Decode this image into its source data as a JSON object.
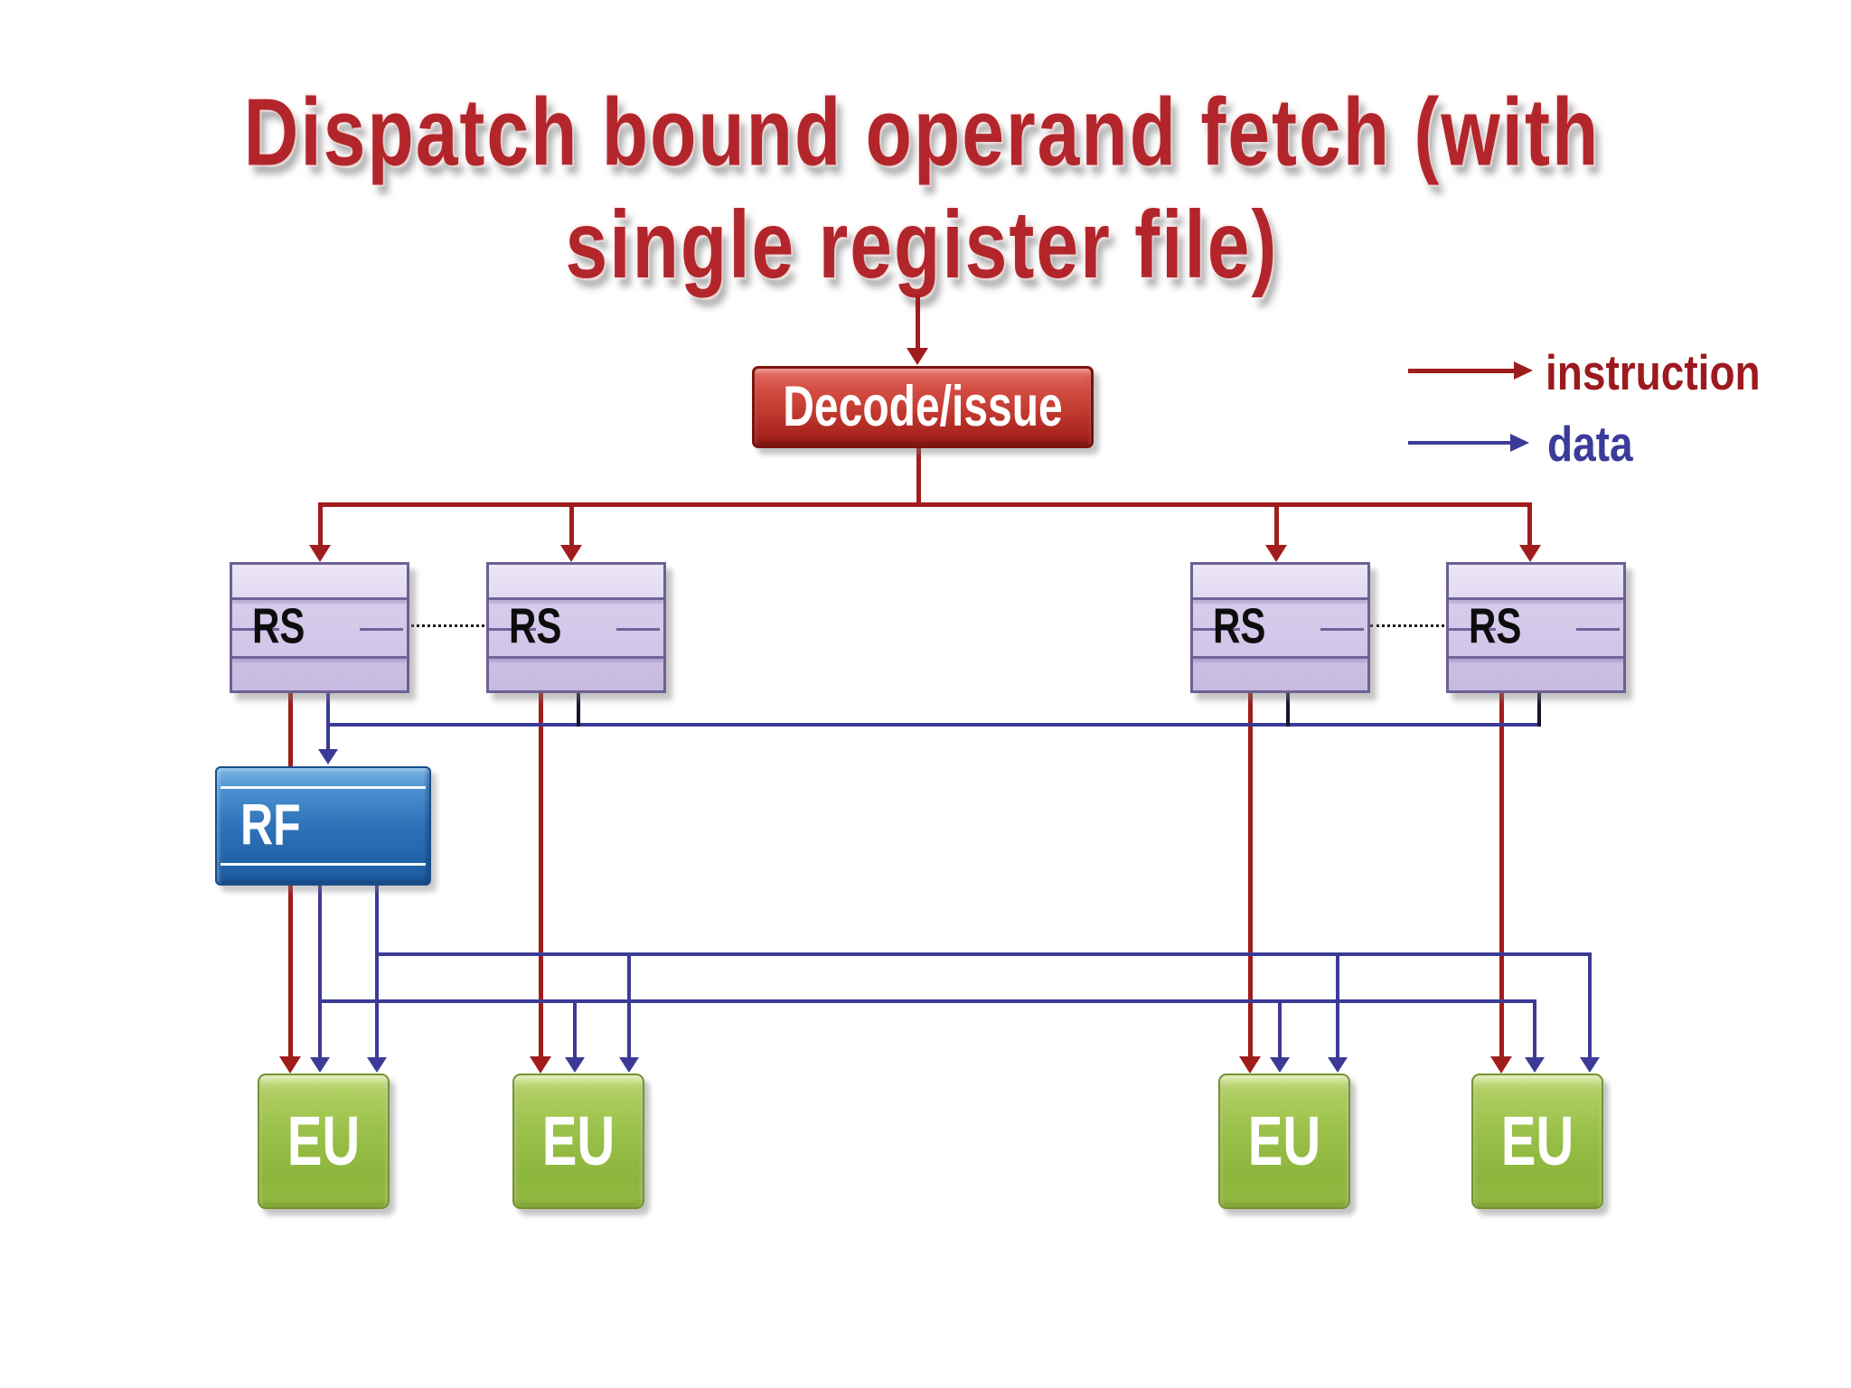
{
  "title": {
    "line1": "Dispatch bound operand fetch (with",
    "line2": "single register file)"
  },
  "legend": {
    "instruction": "instruction",
    "data": "data"
  },
  "boxes": {
    "decode": {
      "label": "Decode/issue"
    },
    "rs1": {
      "label": "RS"
    },
    "rs2": {
      "label": "RS"
    },
    "rs3": {
      "label": "RS"
    },
    "rs4": {
      "label": "RS"
    },
    "rf": {
      "label": "RF"
    },
    "eu1": {
      "label": "EU"
    },
    "eu2": {
      "label": "EU"
    },
    "eu3": {
      "label": "EU"
    },
    "eu4": {
      "label": "EU"
    }
  },
  "edges": [
    {
      "type": "instruction",
      "from": "decode",
      "to": "rs1"
    },
    {
      "type": "instruction",
      "from": "decode",
      "to": "rs2"
    },
    {
      "type": "instruction",
      "from": "decode",
      "to": "rs3"
    },
    {
      "type": "instruction",
      "from": "decode",
      "to": "rs4"
    },
    {
      "type": "instruction",
      "from": "rs1",
      "to": "eu1"
    },
    {
      "type": "instruction",
      "from": "rs2",
      "to": "eu2"
    },
    {
      "type": "instruction",
      "from": "rs3",
      "to": "eu3"
    },
    {
      "type": "instruction",
      "from": "rs4",
      "to": "eu4"
    },
    {
      "type": "data",
      "from": "rs1",
      "to": "rf"
    },
    {
      "type": "data",
      "from": "rs2",
      "to": "rf"
    },
    {
      "type": "data",
      "from": "rs3",
      "to": "rf"
    },
    {
      "type": "data",
      "from": "rs4",
      "to": "rf"
    },
    {
      "type": "data",
      "from": "rf",
      "to": "eu1"
    },
    {
      "type": "data",
      "from": "rf",
      "to": "eu2"
    },
    {
      "type": "data",
      "from": "rf",
      "to": "eu3"
    },
    {
      "type": "data",
      "from": "rf",
      "to": "eu4"
    }
  ],
  "colors": {
    "instruction_line": "#a11c1c",
    "data_line": "#3b3b97",
    "data_stub": "#15152e",
    "title_text": "#b2262b",
    "decode_fill": "#c33a30",
    "rs_fill": "#d8cdec",
    "rf_fill": "#2e72b8",
    "eu_fill": "#98bf47"
  }
}
